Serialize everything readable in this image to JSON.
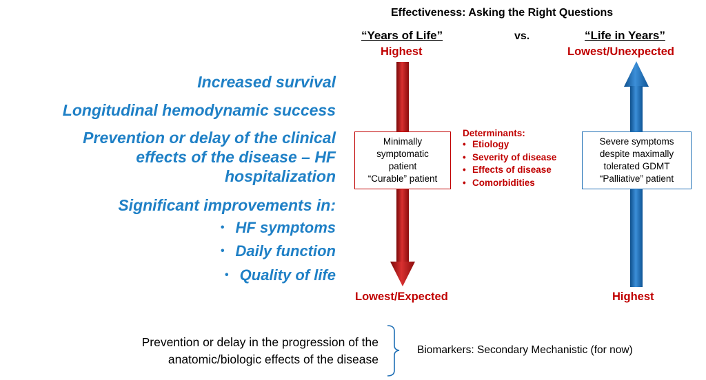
{
  "header": {
    "title": "Effectiveness: Asking the Right Questions",
    "left_column": "“Years of Life”",
    "vs": "vs.",
    "right_column": "“Life in Years”"
  },
  "left_axis": {
    "top_label": "Highest",
    "bottom_label": "Lowest/Expected",
    "box_lines": [
      "Minimally",
      "symptomatic",
      "patient",
      "“Curable” patient"
    ]
  },
  "right_axis": {
    "top_label": "Lowest/Unexpected",
    "bottom_label": "Highest",
    "box_lines": [
      "Severe symptoms",
      "despite maximally",
      "tolerated GDMT",
      "“Palliative” patient"
    ]
  },
  "determinants": {
    "title": "Determinants:",
    "items": [
      "Etiology",
      "Severity of disease",
      "Effects of disease",
      "Comorbidities"
    ]
  },
  "outcomes": {
    "items": [
      "Increased survival",
      "Longitudinal hemodynamic success",
      "Prevention or delay of the clinical",
      "effects of the disease – HF",
      "hospitalization",
      "Significant improvements in:"
    ],
    "sub_items": [
      "HF symptoms",
      "Daily function",
      "Quality of life"
    ]
  },
  "bottom": {
    "lines": [
      "Prevention or delay in the progression of the",
      "anatomic/biologic effects of the disease"
    ],
    "biomarkers": "Biomarkers: Secondary Mechanistic (for now)"
  },
  "colors": {
    "red": "#c00000",
    "blue": "#1f80c6",
    "red_arrow": "#b01818",
    "blue_arrow": "#1f6fb5"
  }
}
